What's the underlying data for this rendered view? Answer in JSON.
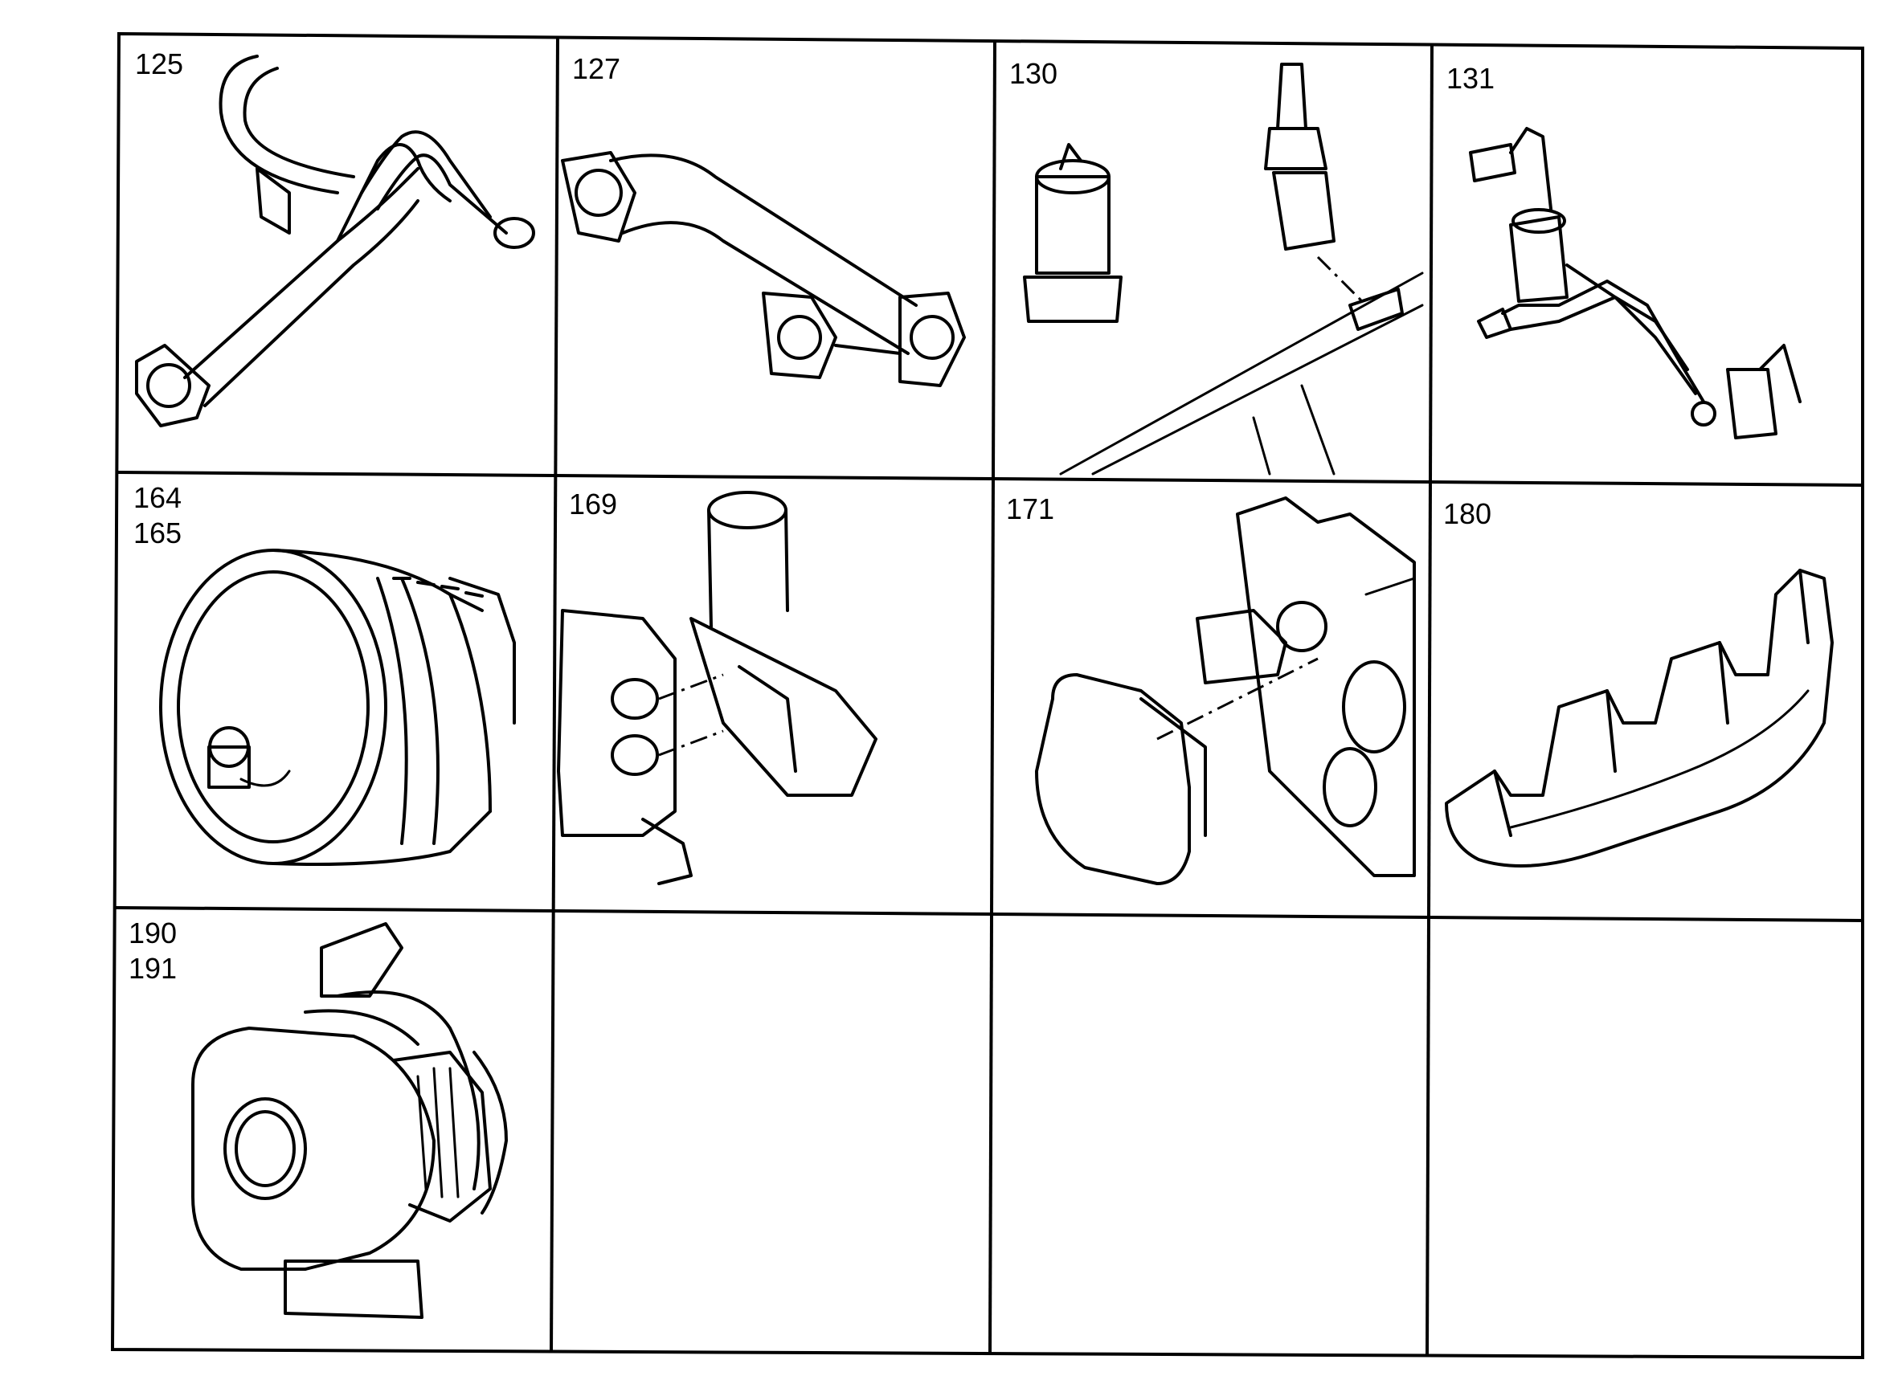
{
  "cells": [
    {
      "labels": [
        "125"
      ],
      "part": "pipe-icon"
    },
    {
      "labels": [
        "127"
      ],
      "part": "elbow-pipe-icon"
    },
    {
      "labels": [
        "130"
      ],
      "part": "sensor-plug-icon"
    },
    {
      "labels": [
        "131"
      ],
      "part": "sensor-harness-icon"
    },
    {
      "labels": [
        "164",
        "165"
      ],
      "part": "pulley-icon"
    },
    {
      "labels": [
        "169"
      ],
      "part": "thermostat-housing-icon"
    },
    {
      "labels": [
        "171"
      ],
      "part": "cover-gasket-icon"
    },
    {
      "labels": [
        "180"
      ],
      "part": "exhaust-manifold-icon"
    },
    {
      "labels": [
        "190",
        "191"
      ],
      "part": "turbocharger-icon"
    },
    {
      "labels": [],
      "part": ""
    },
    {
      "labels": [],
      "part": ""
    },
    {
      "labels": [],
      "part": ""
    }
  ]
}
